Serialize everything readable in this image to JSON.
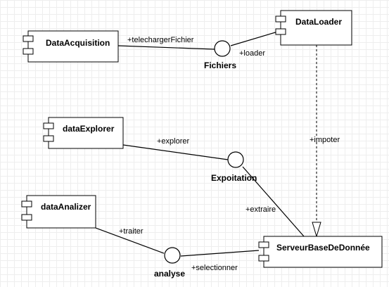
{
  "components": {
    "data_acquisition": "DataAcquisition",
    "data_loader": "DataLoader",
    "data_explorer": "dataExplorer",
    "data_analizer": "dataAnalizer",
    "serveur": "ServeurBaseDeDonnée"
  },
  "interfaces": {
    "fichiers": "Fichiers",
    "expoitation": "Expoitation",
    "analyse": "analyse"
  },
  "edges": {
    "telecharger": "+telechargerFichier",
    "loader": "+loader",
    "explorer": "+explorer",
    "extraire": "+extraire",
    "traiter": "+traiter",
    "selectionner": "+selectionner",
    "impoter": "+impoter"
  }
}
